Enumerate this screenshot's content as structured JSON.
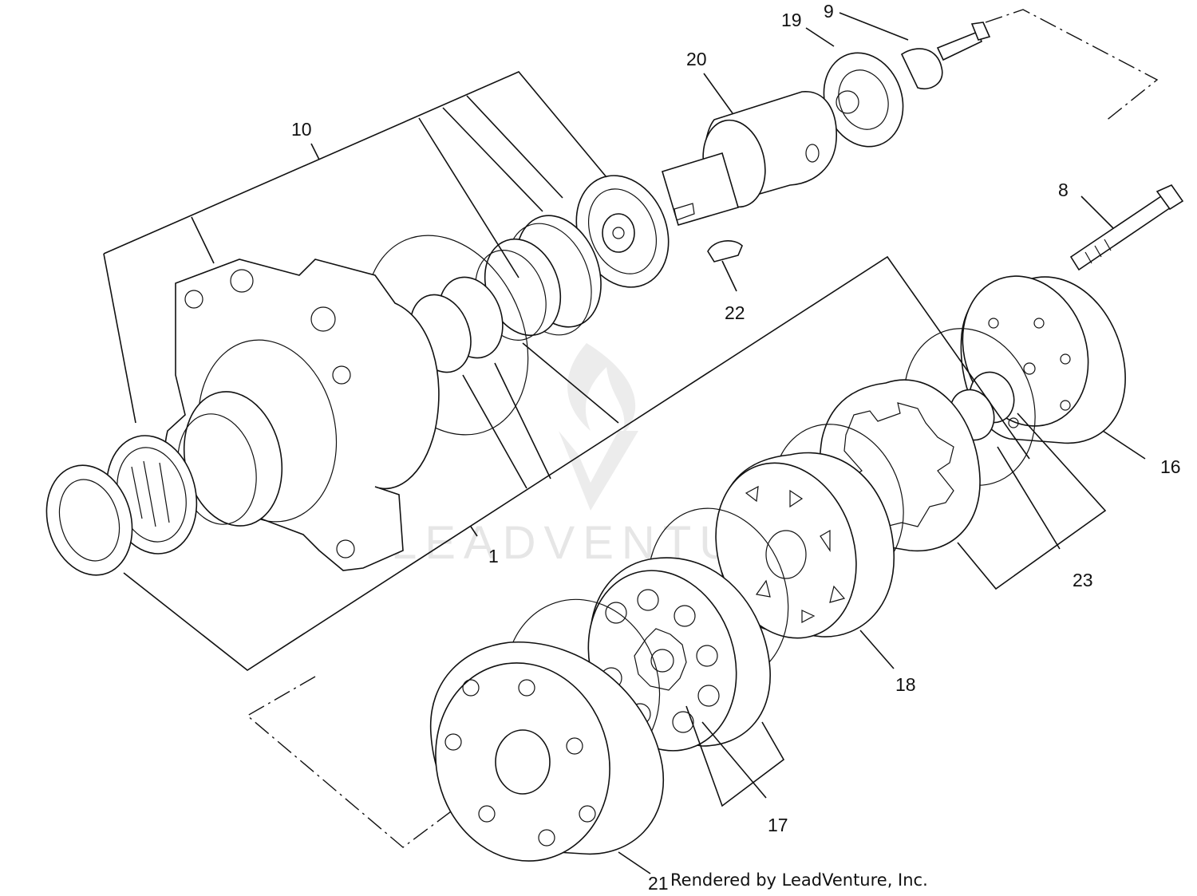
{
  "callouts": {
    "c1": "1",
    "c8": "8",
    "c9": "9",
    "c10": "10",
    "c16": "16",
    "c17": "17",
    "c18": "18",
    "c19": "19",
    "c20": "20",
    "c21": "21",
    "c22": "22",
    "c23": "23"
  },
  "credit": "Rendered by LeadVenture, Inc.",
  "watermark": "LEADVENTURE"
}
